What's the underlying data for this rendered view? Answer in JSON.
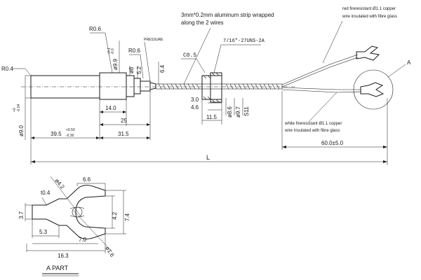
{
  "dims": {
    "r_left": "R0.4",
    "r_top": "R0.6",
    "r_mid": "R0.6",
    "pressure": "PRESSURE",
    "d_head": "ø9.9",
    "d_head_tol_up": "+0.1",
    "d_head_tol_dn": "-0.0",
    "d_neck": "ø8",
    "d_52": "5.2",
    "d_64": "6.4",
    "d_body": "ø9.0",
    "d_body_tol_up": "+0",
    "d_body_tol_dn": "-0.04",
    "len_140": "14.0",
    "len_25": "25",
    "len_395": "39.5",
    "len_395_up": "+0.50",
    "len_395_dn": "-0.30",
    "len_315": "31.5",
    "total": "L",
    "wire_len": "60.0±5.0",
    "c05": "C0.5",
    "thread": "7/16\"-27UNS-2A",
    "n30": "3.0",
    "n46": "4.6",
    "n115": "11.5",
    "d86": "ø8.6",
    "d97": "ø9.7",
    "s11": "S11"
  },
  "notes": {
    "strip": "3mm*0.2mm aluminum strip wrapped",
    "strip2": "along the 2 wires",
    "red1": "red fireresistant Ø1.1 copper",
    "red2": "wire insulated with fibre glass",
    "white1": "white fireresistant Ø1.1 copper",
    "white2": "wire Insulated with fibre glass",
    "callout_a": "A"
  },
  "part": {
    "d42": "ø4.2",
    "t04": "t0.4",
    "n66": "6.6",
    "n37": "3.7",
    "n53": "5.3",
    "n70": "7.0",
    "n163": "16.3",
    "n42": "4.2",
    "n74": "7.4",
    "d16": "ø1.6",
    "title": "A PART"
  }
}
